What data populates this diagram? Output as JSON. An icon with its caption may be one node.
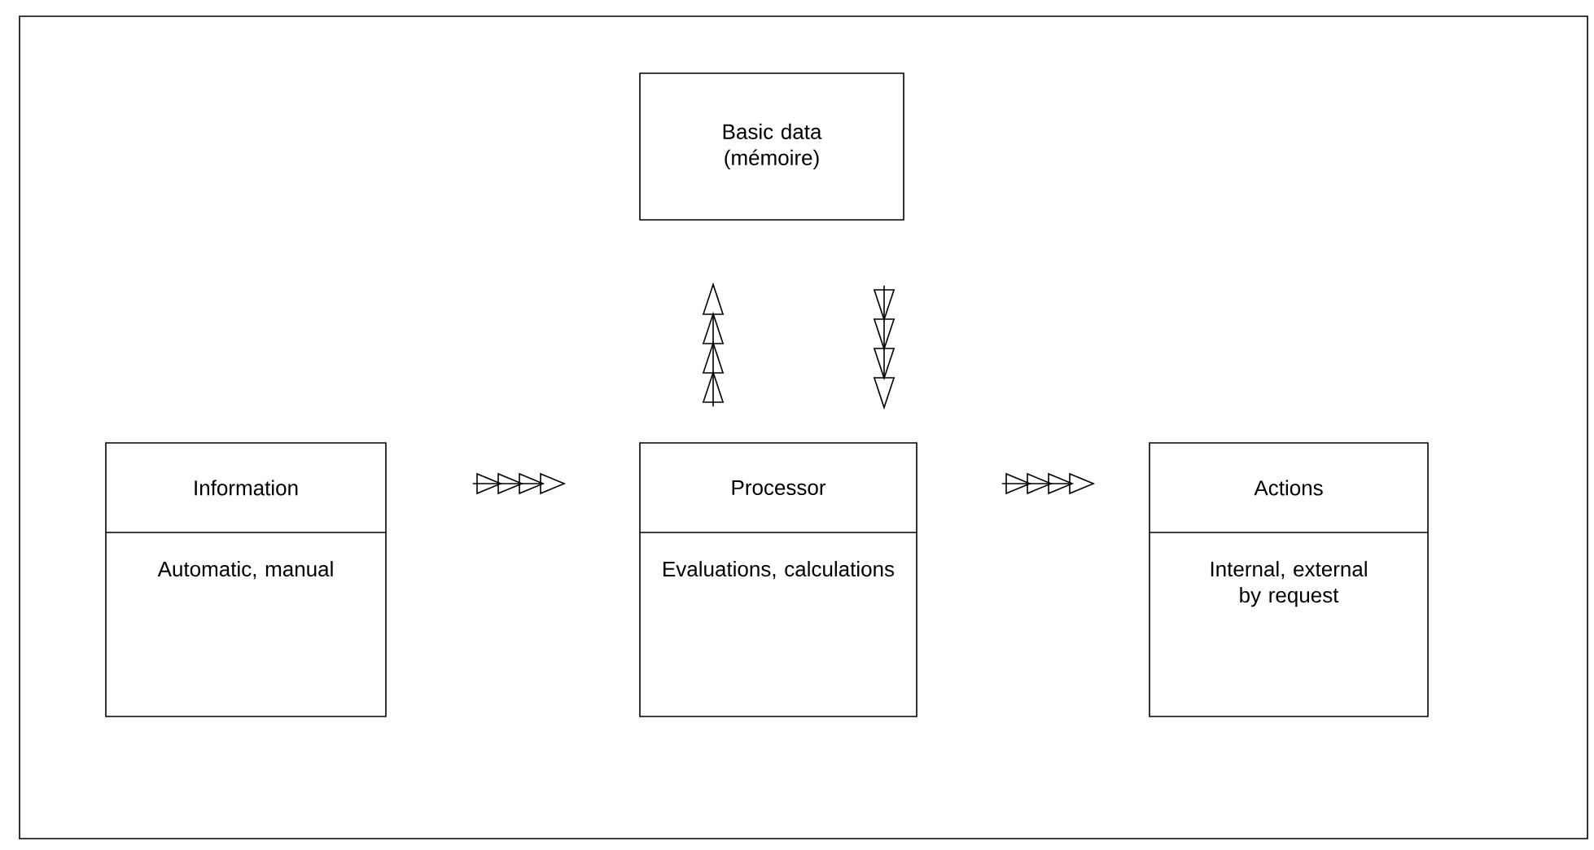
{
  "diagram": {
    "nodes": [
      {
        "text": [
          "Basic data (mémoire)"
        ]
      },
      {
        "text": [
          "Information",
          "Automatic, manual"
        ]
      },
      {
        "text": [
          "Processor",
          "Evaluations, calculations"
        ]
      },
      {
        "text": [
          "Actions",
          "Internal, external by request"
        ]
      }
    ],
    "edges": [
      {
        "from": 2,
        "to": 0,
        "arrow": "to"
      },
      {
        "from": 0,
        "to": 2,
        "arrow": "to"
      },
      {
        "from": 1,
        "to": 2,
        "arrow": "to"
      },
      {
        "from": 2,
        "to": 3,
        "arrow": "to"
      }
    ]
  }
}
